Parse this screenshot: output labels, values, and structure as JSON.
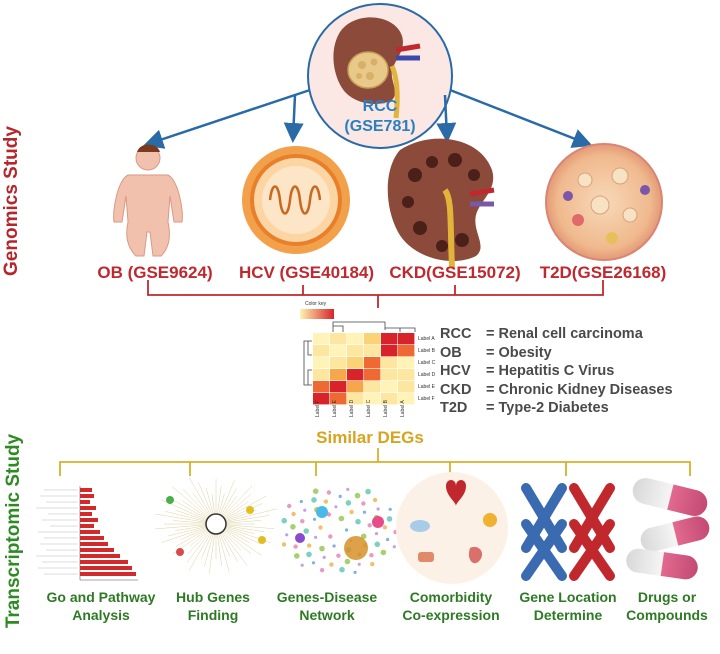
{
  "side_labels": {
    "genomics": "Genomics Study",
    "transcriptomic": "Transcriptomic Study"
  },
  "center": {
    "line1": "RCC",
    "line2": "(GSE781)"
  },
  "diseases": [
    {
      "label": "OB (GSE9624)"
    },
    {
      "label": "HCV (GSE40184)"
    },
    {
      "label": "CKD(GSE15072)"
    },
    {
      "label": "T2D(GSE26168)"
    }
  ],
  "heatmap": {
    "key_label": "Color key",
    "row_labels": [
      "Label A",
      "Label B",
      "Label C",
      "Label D",
      "Label E",
      "Label F"
    ],
    "col_labels": [
      "Label F",
      "Label E",
      "Label D",
      "Label C",
      "Label B",
      "Label A"
    ]
  },
  "abbreviations": [
    {
      "key": "RCC",
      "value": "= Renal cell carcinoma"
    },
    {
      "key": "OB",
      "value": "= Obesity"
    },
    {
      "key": "HCV",
      "value": "= Hepatitis C Virus"
    },
    {
      "key": "CKD",
      "value": "= Chronic Kidney Diseases"
    },
    {
      "key": "T2D",
      "value": "= Type-2 Diabetes"
    }
  ],
  "similar_degs": "Similar  DEGs",
  "analyses": [
    {
      "line1": "Go and Pathway",
      "line2": "Analysis"
    },
    {
      "line1": "Hub Genes",
      "line2": "Finding"
    },
    {
      "line1": "Genes-Disease",
      "line2": "Network"
    },
    {
      "line1": "Comorbidity",
      "line2": "Co-expression"
    },
    {
      "line1": "Gene Location",
      "line2": "Determine"
    },
    {
      "line1": "Drugs or",
      "line2": "Compounds"
    }
  ],
  "colors": {
    "genomics_red": "#b5262b",
    "transcript_green": "#2e8b22",
    "arrow_blue": "#2a6aa6",
    "connector_red": "#c0282e",
    "connector_gold": "#d8b12a"
  }
}
